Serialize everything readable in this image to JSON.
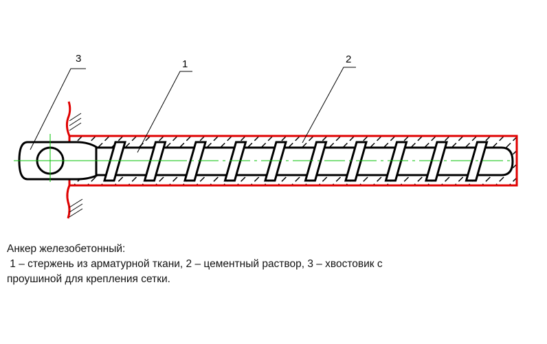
{
  "diagram": {
    "title": "Анкер железобетонный",
    "callouts": [
      {
        "id": "1",
        "label": "1",
        "meaning": "стержень из арматурной ткани"
      },
      {
        "id": "2",
        "label": "2",
        "meaning": "цементный раствор"
      },
      {
        "id": "3",
        "label": "3",
        "meaning": "хвостовик с проушиной для крепления сетки"
      }
    ],
    "colors": {
      "outline": "#000000",
      "mortar_boundary": "#e00000",
      "center_lines": "#00c000"
    }
  },
  "caption": {
    "line1": "Анкер железобетонный:",
    "line2": " 1 – стержень из арматурной ткани, 2 – цементный раствор, 3 – хвостовик с",
    "line3": "проушиной для крепления сетки."
  }
}
